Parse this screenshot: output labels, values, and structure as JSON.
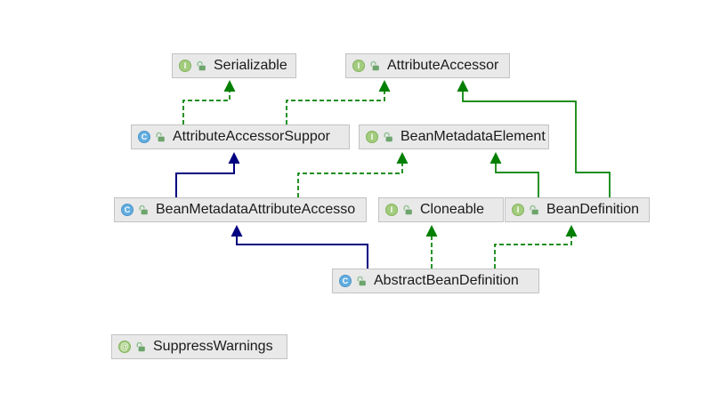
{
  "diagram": {
    "tool": "uml-class-diagram",
    "colors": {
      "background": "#FFFFFF",
      "node_fill": "#E9E9E9",
      "node_border": "#C2C2C2",
      "node_text": "#1A1A1A",
      "interface_icon": "#A3CC7E",
      "class_icon": "#62ADE0",
      "annotation_icon": "#A3CC7E",
      "public_lock_icon": "#6DA56D",
      "extends_class_edge": "#000080",
      "interface_edge": "#007F00"
    }
  },
  "nodes": [
    {
      "id": "serializable",
      "label": "Serializable",
      "kind": "interface",
      "icon_letter": "I"
    },
    {
      "id": "attribute-accessor",
      "label": "AttributeAccessor",
      "kind": "interface",
      "icon_letter": "I"
    },
    {
      "id": "attribute-accessor-support",
      "label": "AttributeAccessorSuppor",
      "kind": "class",
      "icon_letter": "C"
    },
    {
      "id": "bean-metadata-element",
      "label": "BeanMetadataElement",
      "kind": "interface",
      "icon_letter": "I"
    },
    {
      "id": "bean-metadata-attribute-accessor",
      "label": "BeanMetadataAttributeAccesso",
      "kind": "class",
      "icon_letter": "C"
    },
    {
      "id": "cloneable",
      "label": "Cloneable",
      "kind": "interface",
      "icon_letter": "I"
    },
    {
      "id": "bean-definition",
      "label": "BeanDefinition",
      "kind": "interface",
      "icon_letter": "I"
    },
    {
      "id": "abstract-bean-definition",
      "label": "AbstractBeanDefinition",
      "kind": "class",
      "icon_letter": "C"
    },
    {
      "id": "suppress-warnings",
      "label": "SuppressWarnings",
      "kind": "annotation",
      "icon_letter": "@"
    }
  ],
  "edges": [
    {
      "from": "AttributeAccessorSuppor",
      "to": "Serializable",
      "relation": "implements",
      "line": "dashed-green"
    },
    {
      "from": "AttributeAccessorSuppor",
      "to": "AttributeAccessor",
      "relation": "implements",
      "line": "dashed-green"
    },
    {
      "from": "BeanDefinition",
      "to": "AttributeAccessor",
      "relation": "extends",
      "line": "solid-green"
    },
    {
      "from": "BeanMetadataAttributeAccesso",
      "to": "AttributeAccessorSuppor",
      "relation": "extends",
      "line": "solid-navy"
    },
    {
      "from": "BeanMetadataAttributeAccesso",
      "to": "BeanMetadataElement",
      "relation": "implements",
      "line": "dashed-green"
    },
    {
      "from": "BeanDefinition",
      "to": "BeanMetadataElement",
      "relation": "extends",
      "line": "solid-green"
    },
    {
      "from": "AbstractBeanDefinition",
      "to": "BeanMetadataAttributeAccesso",
      "relation": "extends",
      "line": "solid-navy"
    },
    {
      "from": "AbstractBeanDefinition",
      "to": "Cloneable",
      "relation": "implements",
      "line": "dashed-green"
    },
    {
      "from": "AbstractBeanDefinition",
      "to": "BeanDefinition",
      "relation": "implements",
      "line": "dashed-green"
    }
  ]
}
